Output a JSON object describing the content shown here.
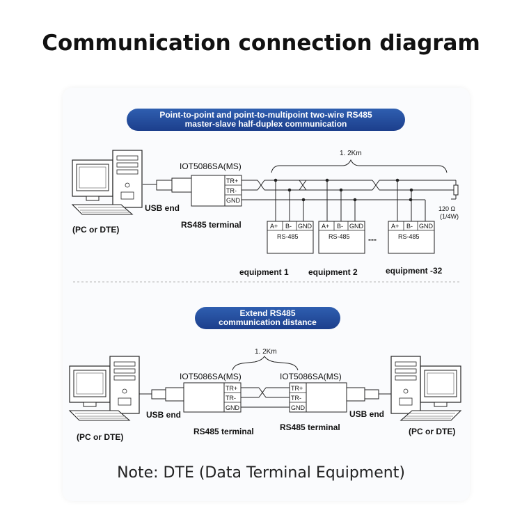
{
  "title": "Communication connection diagram",
  "section1": {
    "banner_line1": "Point-to-point and point-to-multipoint two-wire RS485",
    "banner_line2": "master-slave half-duplex communication",
    "device_name": "IOT5086SA(MS)",
    "distance": "1. 2Km",
    "terminals": [
      "TR+",
      "TR-",
      "GND"
    ],
    "pc_label": "(PC or DTE)",
    "usb_label": "USB end",
    "rs485_terminal_label": "RS485 terminal",
    "resistor_label_1": "120 Ω",
    "resistor_label_2": "(1/4W)",
    "equipment_pins": [
      "A+",
      "B-",
      "GND"
    ],
    "equipment_module": "RS-485",
    "dots": "---",
    "equipment": [
      "equipment 1",
      "equipment  2",
      "equipment -32"
    ]
  },
  "section2": {
    "banner_line1": "Extend RS485",
    "banner_line2": "communication distance",
    "device_name_left": "IOT5086SA(MS)",
    "device_name_right": "IOT5086SA(MS)",
    "distance": "1. 2Km",
    "terminals": [
      "TR+",
      "TR-",
      "GND"
    ],
    "pc_label_left": "(PC or DTE)",
    "pc_label_right": "(PC or DTE)",
    "usb_label_left": "USB end",
    "usb_label_right": "USB end",
    "rs485_terminal_left": "RS485 terminal",
    "rs485_terminal_right": "RS485 terminal"
  },
  "note": "Note: DTE (Data Terminal Equipment)"
}
